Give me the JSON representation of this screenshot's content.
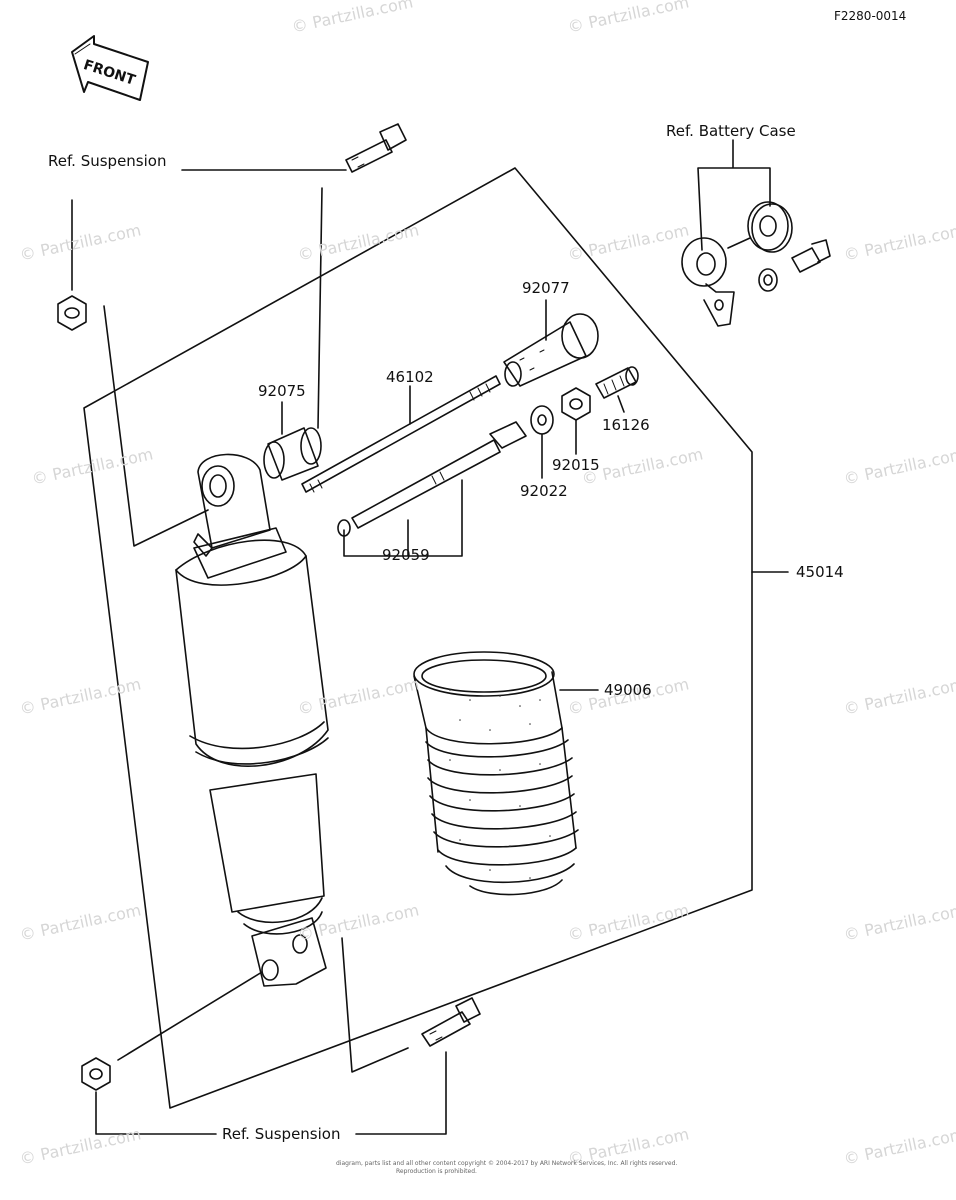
{
  "diagram_code": "F2280-0014",
  "front_arrow_label": "FRONT",
  "references": {
    "suspension_top": "Ref. Suspension",
    "suspension_bottom": "Ref. Suspension",
    "battery_case": "Ref. Battery Case"
  },
  "part_numbers": {
    "p92077": "92077",
    "p46102": "46102",
    "p92075": "92075",
    "p16126": "16126",
    "p92015": "92015",
    "p92022": "92022",
    "p92059": "92059",
    "p45014": "45014",
    "p49006": "49006"
  },
  "watermark": "© Partzilla.com",
  "footer": {
    "line1": "diagram, parts list and all other content copyright © 2004-2017 by ARI Network Services, Inc. All rights reserved.",
    "line2": "Reproduction is prohibited."
  },
  "colors": {
    "ink": "#111111",
    "watermark": "#d6d6d6",
    "background": "#ffffff"
  }
}
